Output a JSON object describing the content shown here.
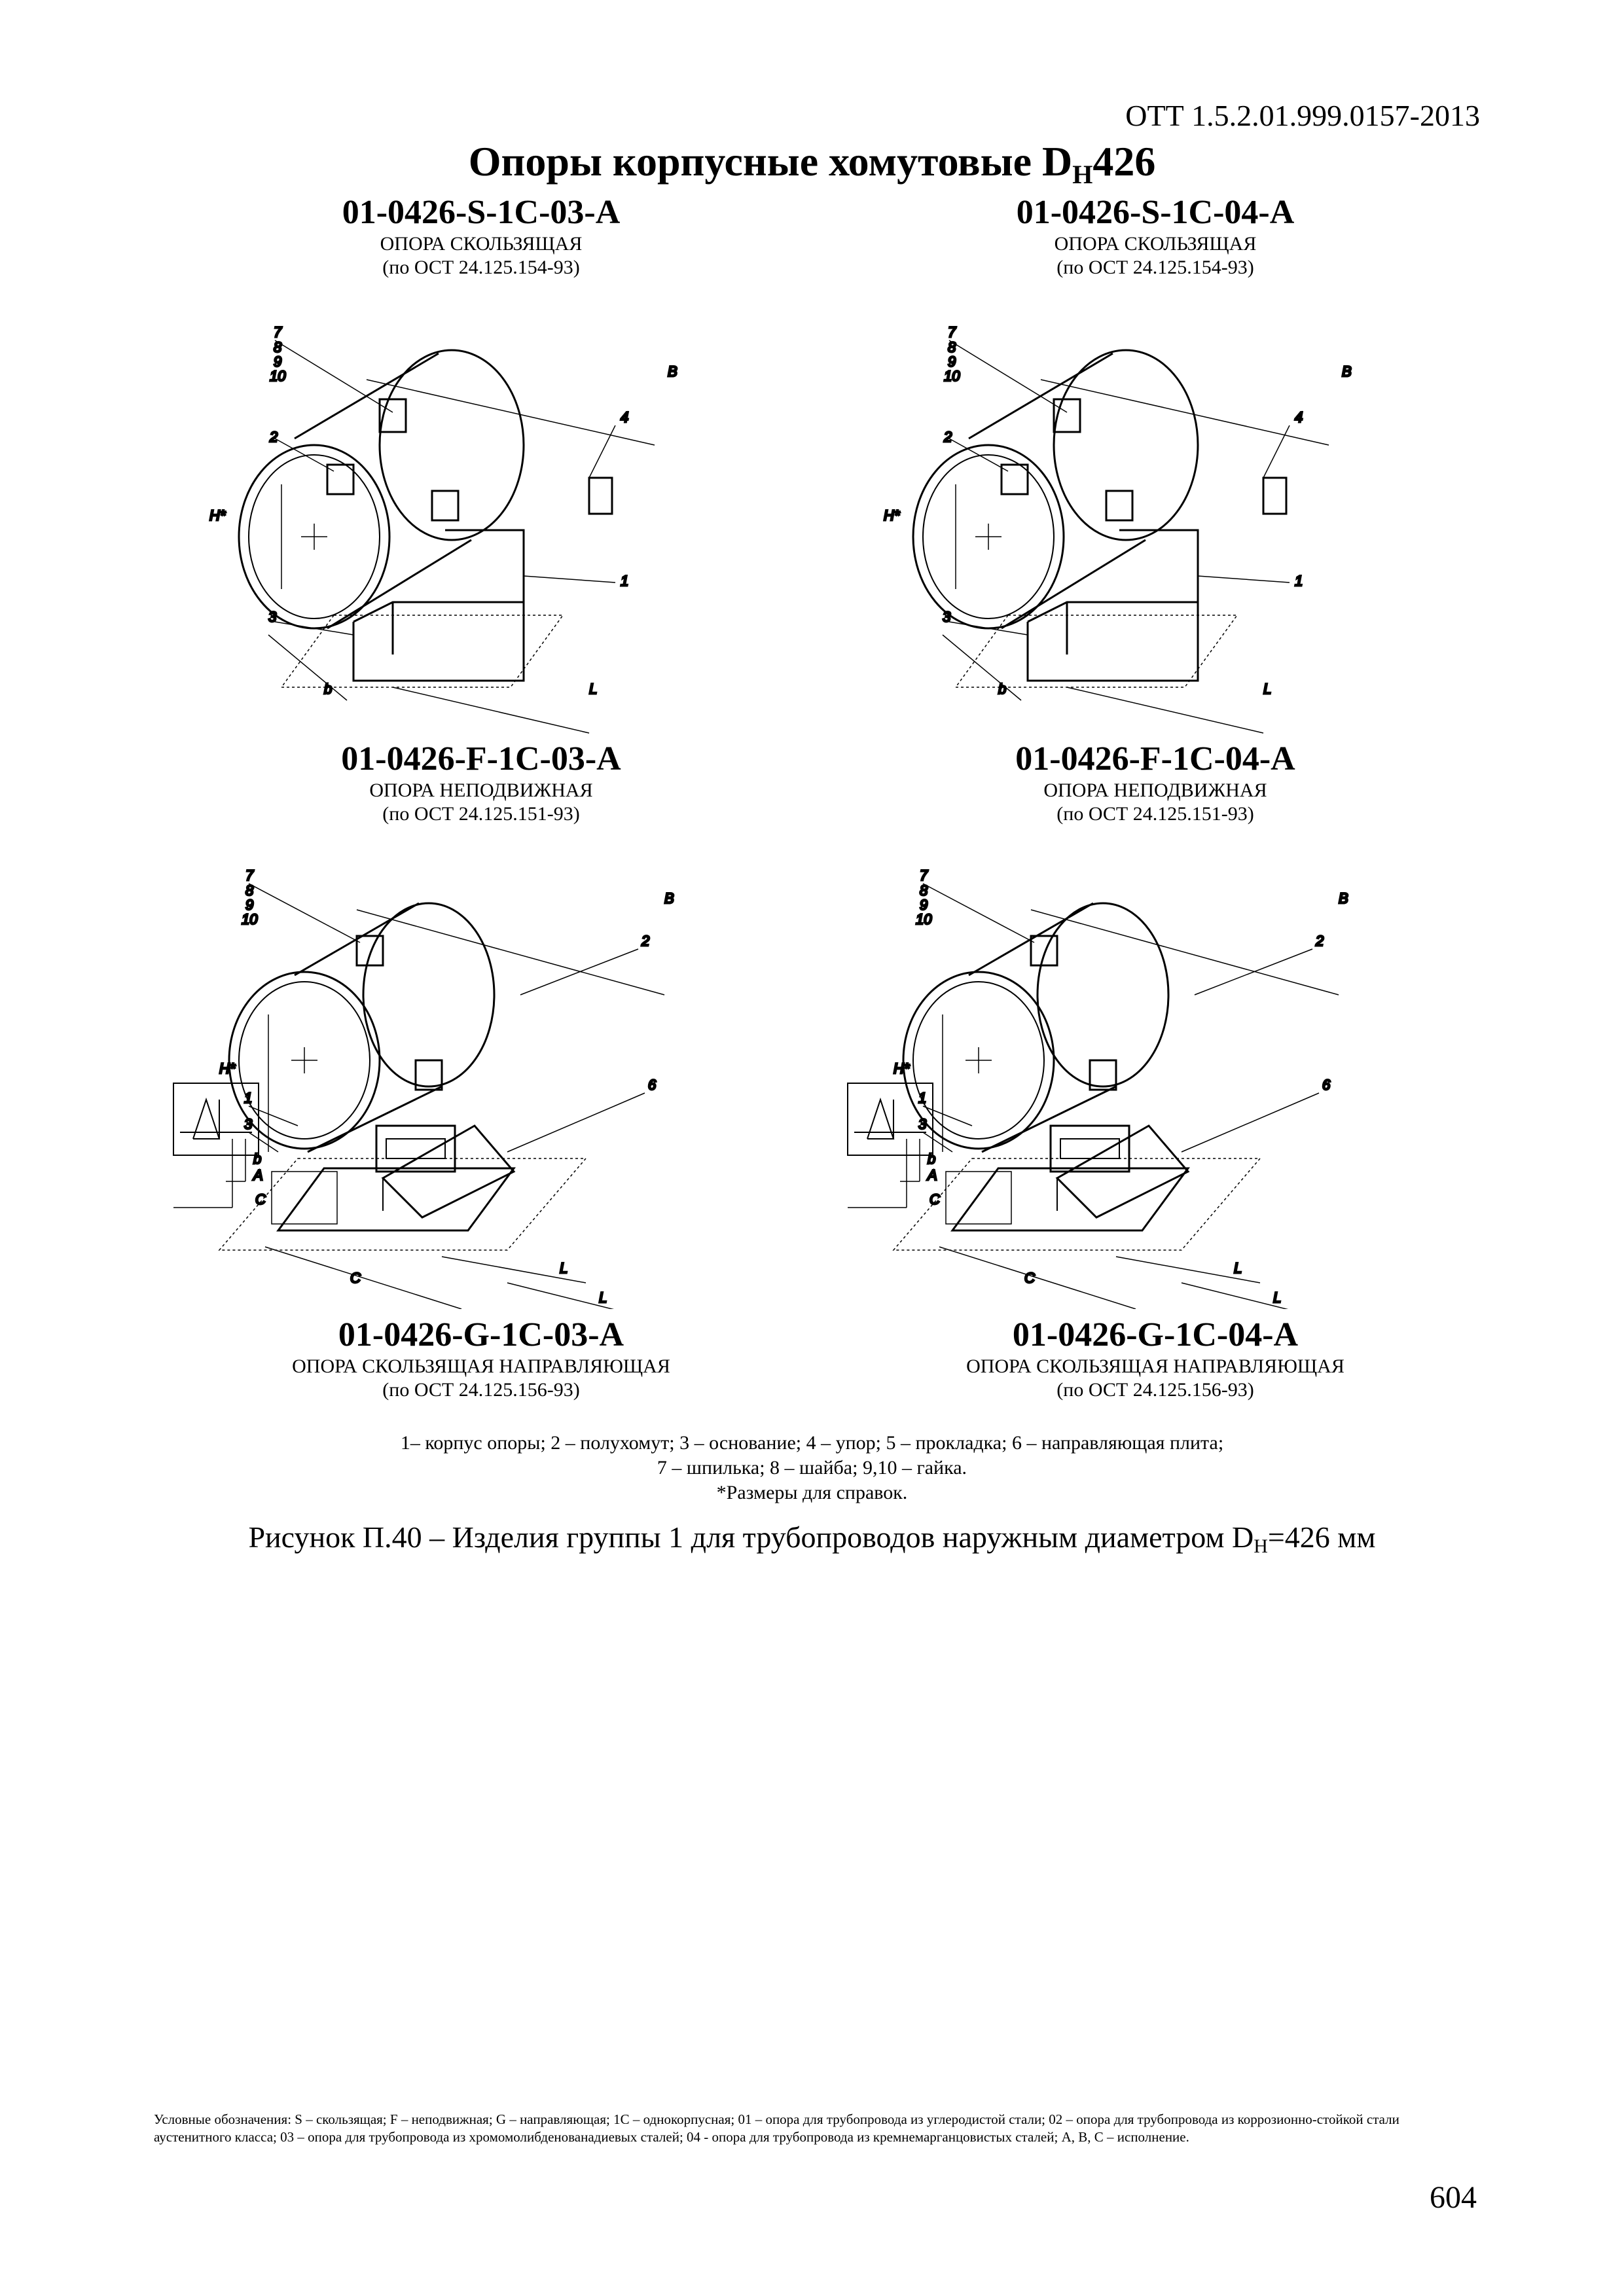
{
  "header": {
    "doc_code": "ОТТ 1.5.2.01.999.0157-2013",
    "title_main": "Опоры корпусные хомутовые   D",
    "title_sub": "Н",
    "title_tail": "426"
  },
  "figures": [
    {
      "code": "01-0426-S-1C-03-A",
      "type": "ОПОРА СКОЛЬЗЯЩАЯ",
      "standard": "(по ОСТ 24.125.154-93)"
    },
    {
      "code": "01-0426-S-1C-04-A",
      "type": "ОПОРА СКОЛЬЗЯЩАЯ",
      "standard": "(по ОСТ 24.125.154-93)"
    },
    {
      "code": "01-0426-F-1C-03-A",
      "type": "ОПОРА НЕПОДВИЖНАЯ",
      "standard": "(по ОСТ 24.125.151-93)"
    },
    {
      "code": "01-0426-F-1C-04-A",
      "type": "ОПОРА НЕПОДВИЖНАЯ",
      "standard": "(по ОСТ 24.125.151-93)"
    },
    {
      "code": "01-0426-G-1C-03-A",
      "type": "ОПОРА СКОЛЬЗЯЩАЯ НАПРАВЛЯЮЩАЯ",
      "standard": "(по ОСТ 24.125.156-93)"
    },
    {
      "code": "01-0426-G-1C-04-A",
      "type": "ОПОРА СКОЛЬЗЯЩАЯ НАПРАВЛЯЮЩАЯ",
      "standard": "(по ОСТ 24.125.156-93)"
    }
  ],
  "drawing_labels": {
    "n1": "1",
    "n2": "2",
    "n3": "3",
    "n4": "4",
    "n6": "6",
    "n7": "7",
    "n8": "8",
    "n9": "9",
    "n10": "10",
    "B": "B",
    "H": "H*",
    "b": "b",
    "L": "L",
    "A": "A",
    "C": "C"
  },
  "legend": {
    "line1": "1– корпус опоры; 2 – полухомут; 3 – основание; 4 – упор; 5 – прокладка; 6 – направляющая плита;",
    "line2": "7 – шпилька; 8 – шайба; 9,10 – гайка.",
    "line3": "*Размеры для справок."
  },
  "caption": {
    "text": "Рисунок П.40 – Изделия группы 1 для трубопроводов наружным диаметром D",
    "sub": "Н",
    "tail": "=426 мм"
  },
  "footnote": "Условные обозначения: S – скользящая; F – неподвижная;  G – направляющая; 1С – однокорпусная; 01 – опора для трубопровода из углеродистой стали; 02 – опора для трубопровода из коррозионно-стойкой стали аустенитного класса; 03 – опора для трубопровода из хромомолибденованадиевых сталей; 04 - опора для трубопровода из кремнемарганцовистых сталей; А, В, С –  исполнение.",
  "page_number": "604"
}
